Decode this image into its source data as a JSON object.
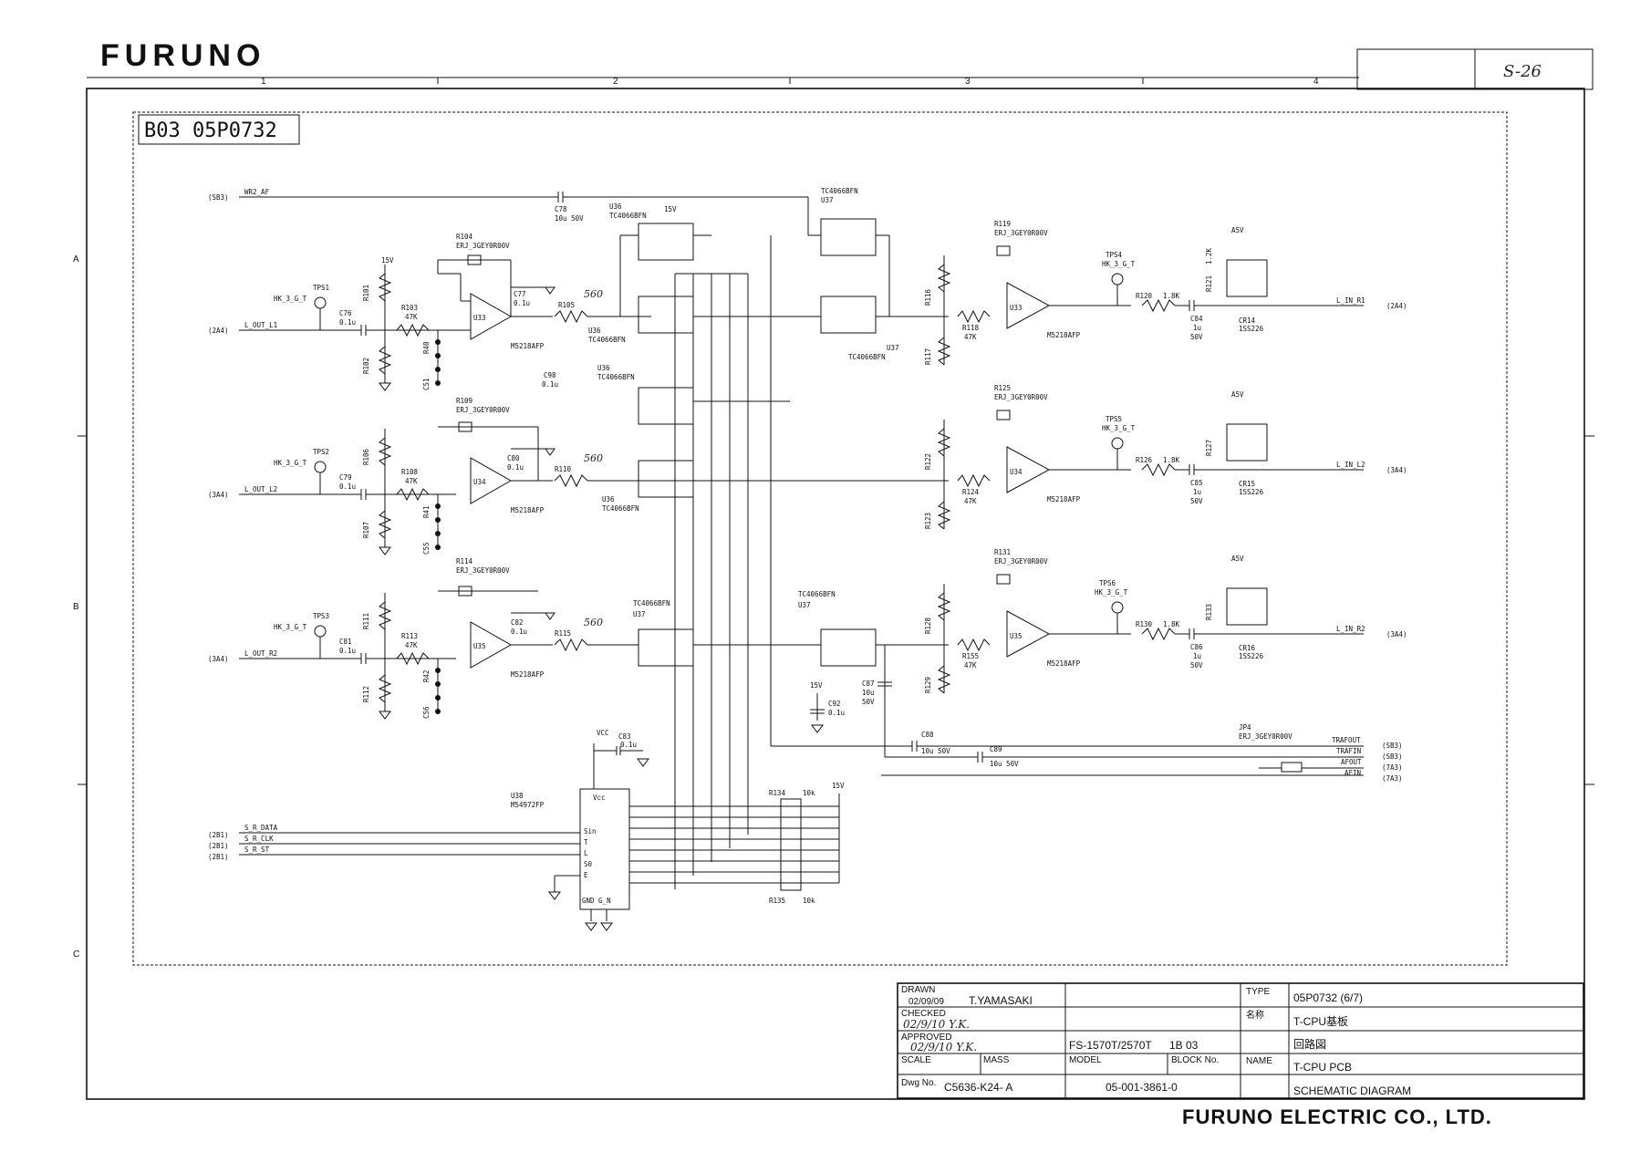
{
  "header": {
    "logo": "FURUNO",
    "zone_columns": [
      "1",
      "2",
      "3",
      "4"
    ],
    "zone_rows": [
      "A",
      "B",
      "C"
    ],
    "page_box_note": "S-26"
  },
  "sheet_id": "B03  05P0732",
  "signals": {
    "wr2_af": "WR2_AF",
    "l_out_l1": "L_OUT_L1",
    "l_out_l2": "L_OUT_L2",
    "l_out_r2": "L_OUT_R2",
    "l_in_r1": "L_IN_R1",
    "l_in_l2": "L_IN_L2",
    "l_in_r2": "L_IN_R2",
    "s_r_data": "S_R_DATA",
    "s_r_clk": "S_R_CLK",
    "s_r_st": "S_R_ST",
    "trafout": "TRAFOUT",
    "trafin": "TRAFIN",
    "afout": "AFOUT",
    "afin": "AFIN"
  },
  "refs": {
    "sb3": "(SB3)",
    "a2a4": "(2A4)",
    "a3a4": "(3A4)",
    "b2b1": "(2B1)",
    "a7a3": "(7A3)"
  },
  "components": {
    "tps1": "TPS1",
    "tps2": "TPS2",
    "tps3": "TPS3",
    "tps4": "TPS4",
    "tps5": "TPS5",
    "tps6": "TPS6",
    "hk": "HK_3_G_T",
    "c76": "C76",
    "c79": "C79",
    "c81": "C81",
    "c77": "C77",
    "c80": "C80",
    "c82": "C82",
    "c78": "C78",
    "c78v": "10u 50V",
    "v01u": "0.1u",
    "r101": "R101",
    "r102": "R102",
    "r106": "R106",
    "r107": "R107",
    "r111": "R111",
    "r112": "R112",
    "r103": "R103",
    "r108": "R108",
    "r113": "R113",
    "r47k": "47K",
    "r104": "R104",
    "r109": "R109",
    "r114": "R114",
    "erj": "ERJ_3GEY0R00V",
    "u33": "U33",
    "u34": "U34",
    "u35": "U35",
    "m5218": "M5218AFP",
    "r105": "R105",
    "r110": "R110",
    "r115": "R115",
    "v560": "560",
    "u36": "U36",
    "u37": "U37",
    "tc4066": "TC4066BFN",
    "v15": "15V",
    "c98": "C98",
    "c51": "C51",
    "c55": "C55",
    "c56": "C56",
    "r40": "R40",
    "r41": "R41",
    "r42": "R42",
    "r116": "R116",
    "r117": "R117",
    "r122": "R122",
    "r123": "R123",
    "r128": "R128",
    "r129": "R129",
    "r118": "R118",
    "r124": "R124",
    "r155": "R155",
    "r119": "R119",
    "r125": "R125",
    "r131": "R131",
    "r120": "R120",
    "r126": "R126",
    "r130": "R130",
    "v1_8k": "1.8K",
    "c84": "C84",
    "c85": "C85",
    "c86": "C86",
    "c1u50": [
      "1u",
      "50V"
    ],
    "r121": "R121",
    "r127": "R127",
    "r133": "R133",
    "v1_2k": "1.2K",
    "cr14": "CR14",
    "cr15": "CR15",
    "cr16": "CR16",
    "ss226": "1SS226",
    "a5v": "A5V",
    "c87": "C87",
    "c87v": [
      "10u",
      "50V"
    ],
    "c92": "C92",
    "c88": "C88",
    "c89": "C89",
    "c10u50": "10u 50V",
    "jp4": "JP4",
    "u38": "U38",
    "m5497": "M54972FP",
    "vcc": "VCC",
    "c83": "C83",
    "r134": "R134",
    "r135": "R135",
    "v10k": "10k",
    "ic_pins": [
      "Vcc",
      "Sin",
      "T",
      "L",
      "S0",
      "E",
      "GND G_N"
    ]
  },
  "title_block": {
    "drawn_label": "DRAWN",
    "drawn_date": "02/09/09",
    "drawn_name": "T.YAMASAKI",
    "checked_label": "CHECKED",
    "checked_sig": "02/9/10 Y.K.",
    "approved_label": "APPROVED",
    "approved_sig": "02/9/10 Y.K.",
    "scale_label": "SCALE",
    "mass_label": "MASS",
    "model_label": "MODEL",
    "model_value": "FS-1570T/2570T",
    "block_label": "BLOCK No.",
    "block_value": "1B 03",
    "dwg_label": "Dwg No.",
    "dwg_value": "C5636-K24- A",
    "doc_value": "05-001-3861-0",
    "type_label": "TYPE",
    "type_value": "05P0732 (6/7)",
    "name_jp_label": "名称",
    "name_jp_value": "T-CPU基板",
    "kairo": "回路図",
    "name_label": "NAME",
    "name_value": "T-CPU PCB",
    "schematic": "SCHEMATIC DIAGRAM"
  },
  "footer_company": "FURUNO ELECTRIC CO., LTD."
}
